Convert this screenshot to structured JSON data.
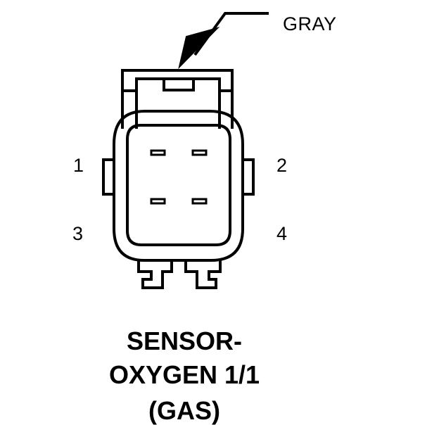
{
  "connector": {
    "color_label": "GRAY",
    "pins": [
      "1",
      "2",
      "3",
      "4"
    ],
    "caption": {
      "line1": "SENSOR-",
      "line2": "OXYGEN 1/1",
      "line3": "(GAS)"
    }
  }
}
